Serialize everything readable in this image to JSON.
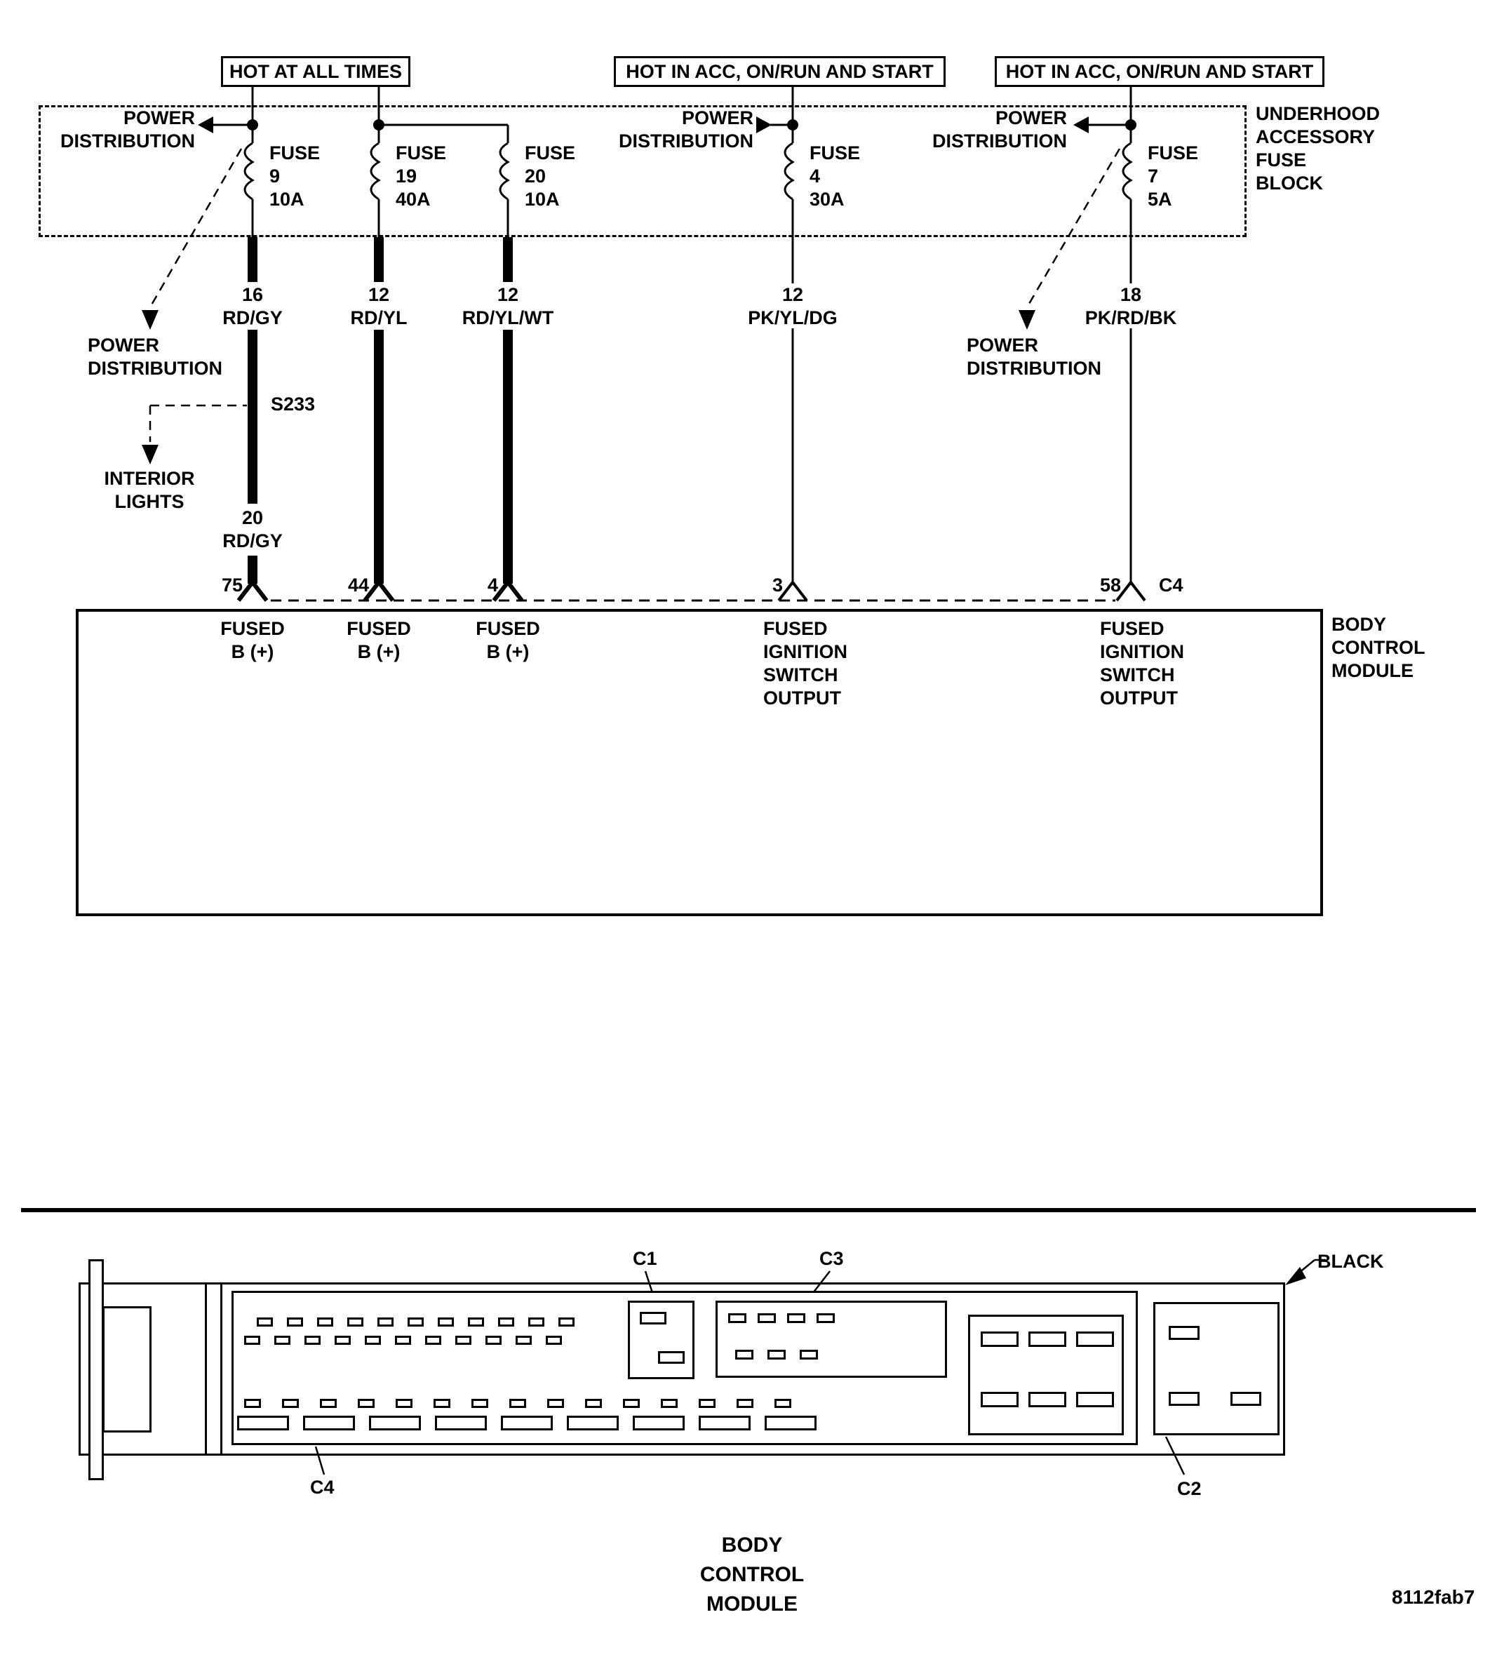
{
  "headers": {
    "h1": "HOT AT ALL TIMES",
    "h2": "HOT IN ACC, ON/RUN AND START",
    "h3": "HOT IN ACC, ON/RUN AND START"
  },
  "fuse_block_label": {
    "l1": "UNDERHOOD",
    "l2": "ACCESSORY",
    "l3": "FUSE",
    "l4": "BLOCK"
  },
  "power_distribution": {
    "l1": "POWER",
    "l2": "DISTRIBUTION"
  },
  "fuses": [
    {
      "name": "FUSE",
      "number": "9",
      "rating": "10A"
    },
    {
      "name": "FUSE",
      "number": "19",
      "rating": "40A"
    },
    {
      "name": "FUSE",
      "number": "20",
      "rating": "10A"
    },
    {
      "name": "FUSE",
      "number": "4",
      "rating": "30A"
    },
    {
      "name": "FUSE",
      "number": "7",
      "rating": "5A"
    }
  ],
  "wires": [
    {
      "gauge": "16",
      "color": "RD/GY",
      "pin": "75"
    },
    {
      "gauge": "12",
      "color": "RD/YL",
      "pin": "44"
    },
    {
      "gauge": "12",
      "color": "RD/YL/WT",
      "pin": "4"
    },
    {
      "gauge": "12",
      "color": "PK/YL/DG",
      "pin": "3"
    },
    {
      "gauge": "18",
      "color": "PK/RD/BK",
      "pin": "58"
    }
  ],
  "splice": {
    "id": "S233",
    "branch_l1": "INTERIOR",
    "branch_l2": "LIGHTS",
    "lower_gauge": "20",
    "lower_color": "RD/GY"
  },
  "bcm": {
    "l1": "BODY",
    "l2": "CONTROL",
    "l3": "MODULE",
    "connector": "C4",
    "inputs_b": {
      "l1": "FUSED",
      "l2": "B (+)"
    },
    "inputs_ign": {
      "l1": "FUSED",
      "l2": "IGNITION",
      "l3": "SWITCH",
      "l4": "OUTPUT"
    }
  },
  "connector_view": {
    "c1": "C1",
    "c2": "C2",
    "c3": "C3",
    "c4": "C4",
    "color": "BLACK",
    "caption_l1": "BODY",
    "caption_l2": "CONTROL",
    "caption_l3": "MODULE"
  },
  "figure_id": "8112fab7"
}
